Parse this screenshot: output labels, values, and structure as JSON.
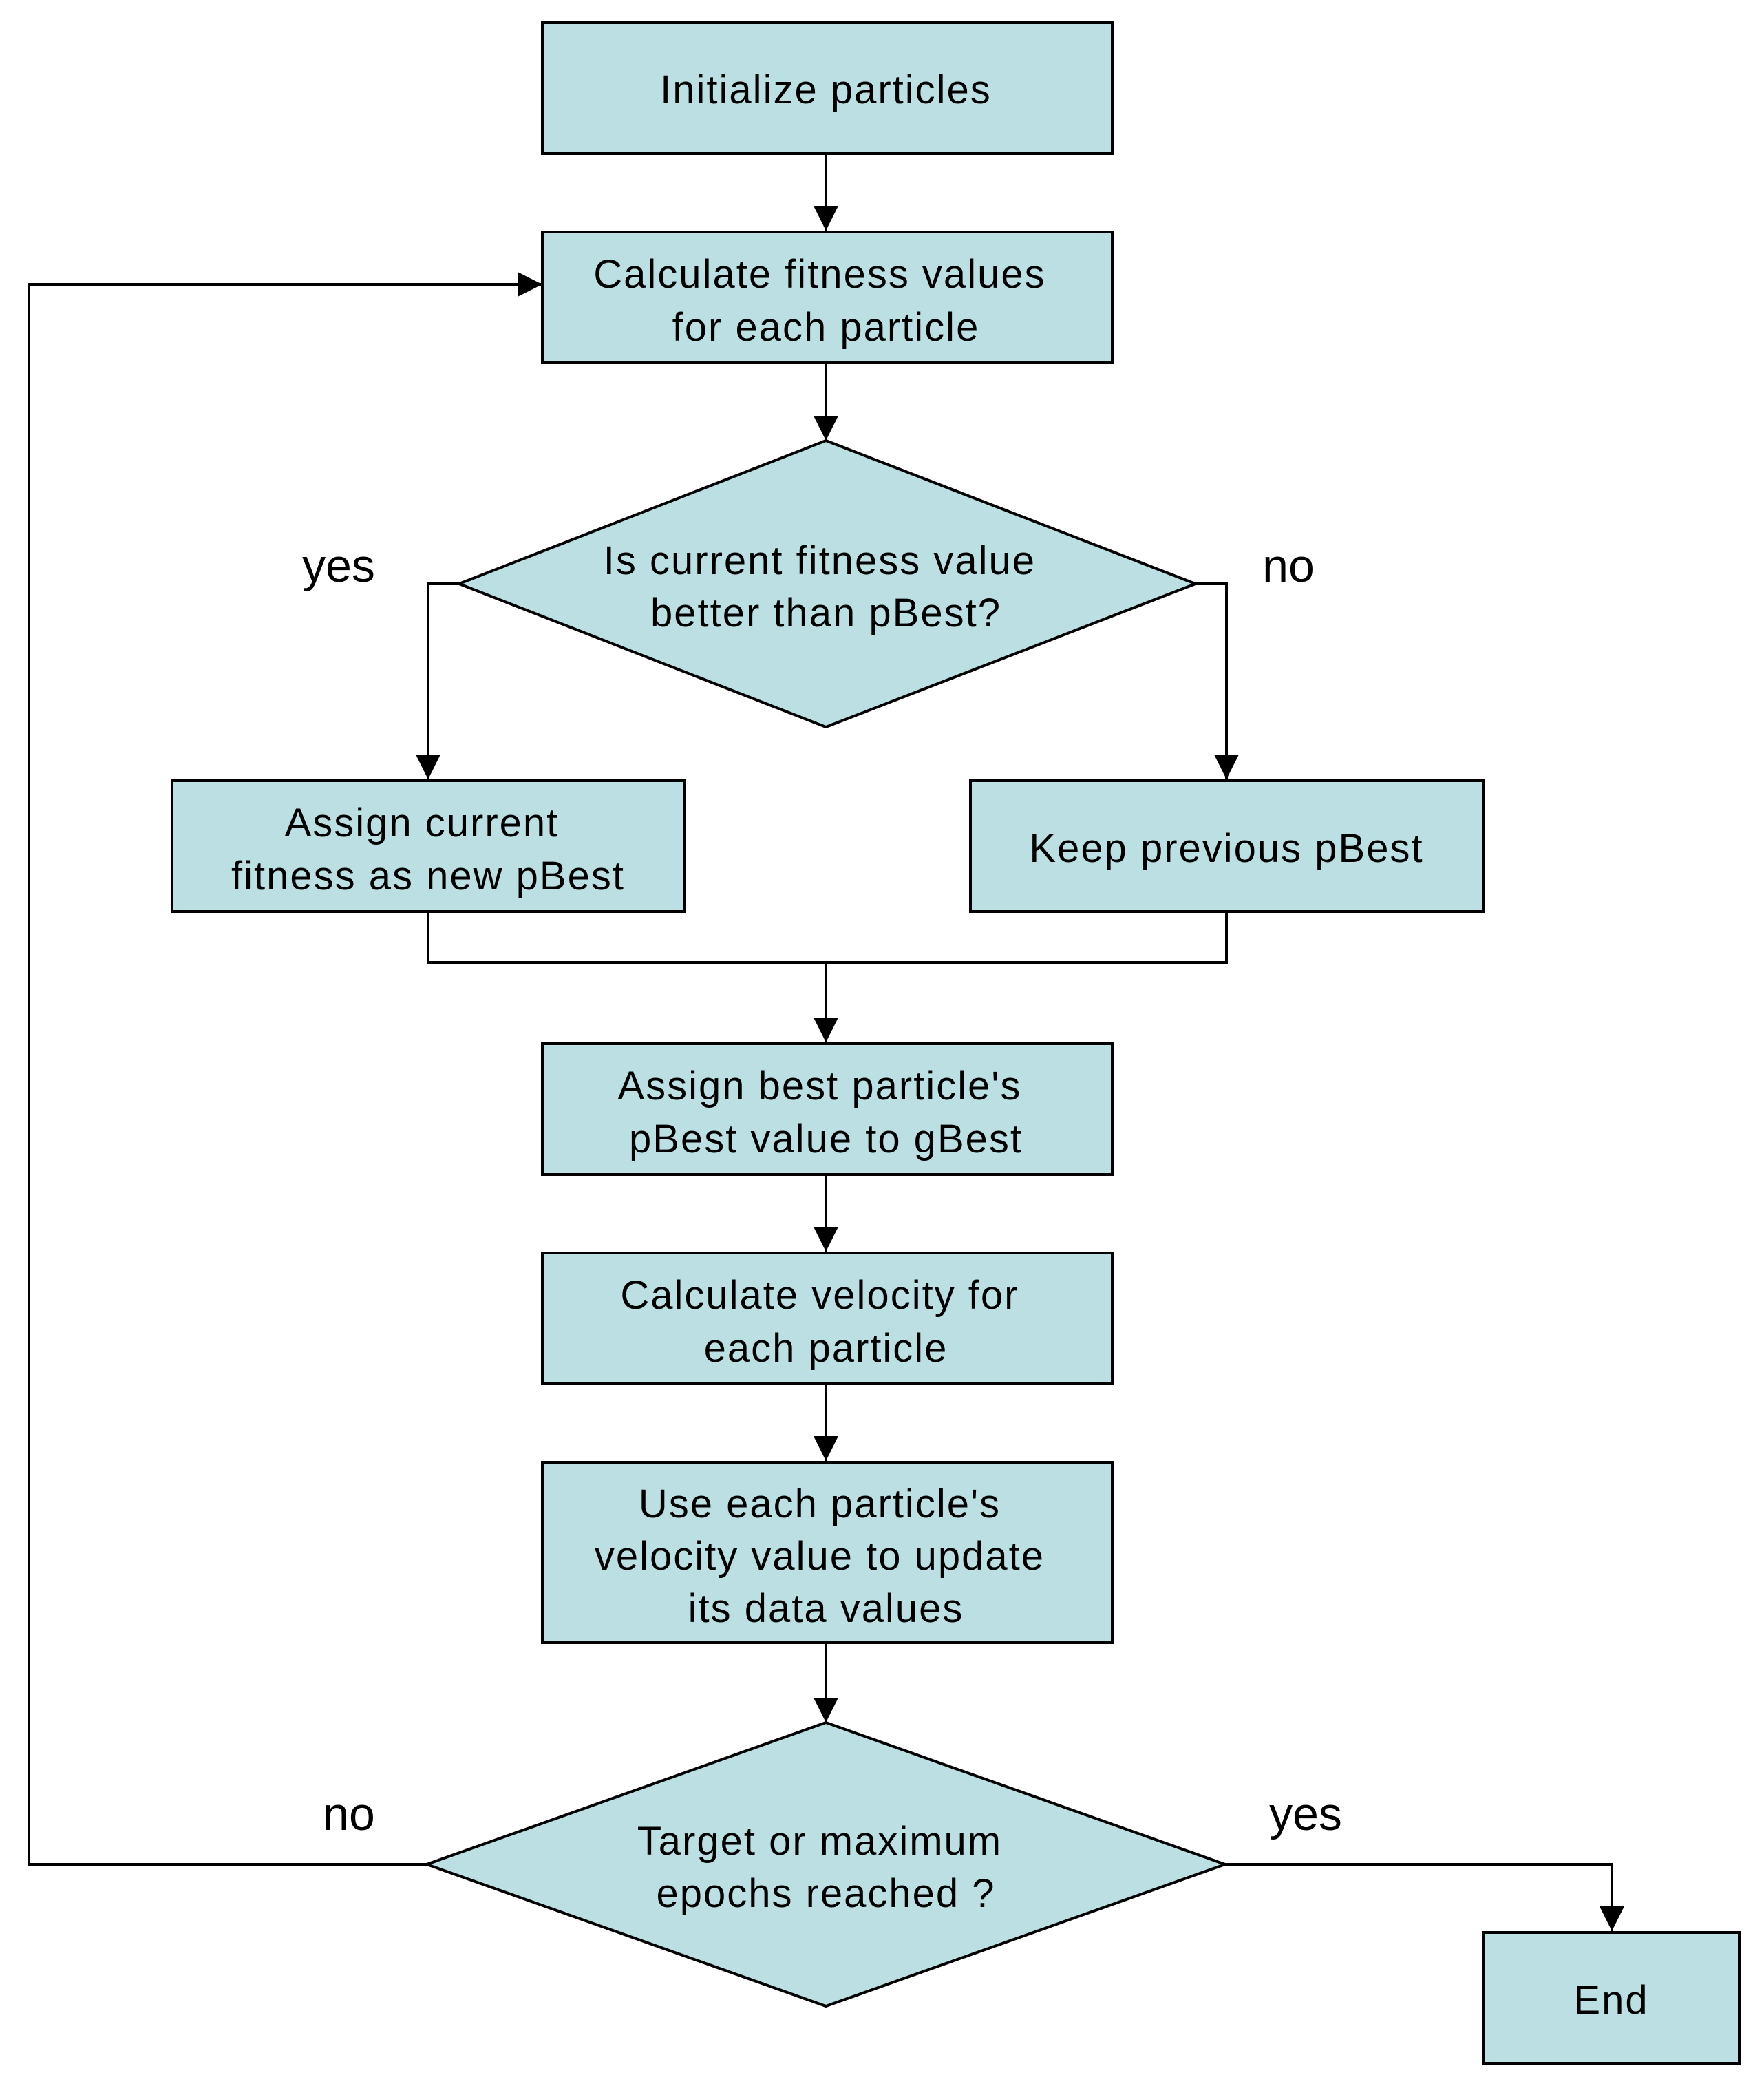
{
  "diagram": {
    "nodes": {
      "init": {
        "lines": [
          "Initialize particles"
        ]
      },
      "fitness": {
        "lines": [
          "Calculate fitness values",
          "for each particle"
        ]
      },
      "decision_pbest": {
        "lines": [
          "Is current fitness value",
          "better than pBest?"
        ]
      },
      "assign_pbest": {
        "lines": [
          "Assign current",
          "fitness as new pBest"
        ]
      },
      "keep_pbest": {
        "lines": [
          "Keep previous pBest"
        ]
      },
      "assign_gbest": {
        "lines": [
          "Assign best particle's",
          "pBest value to gBest"
        ]
      },
      "velocity": {
        "lines": [
          "Calculate velocity for",
          "each particle"
        ]
      },
      "update": {
        "lines": [
          "Use each particle's",
          "velocity value to update",
          "its data values"
        ]
      },
      "decision_end": {
        "lines": [
          "Target or maximum",
          "epochs reached ?"
        ]
      },
      "end": {
        "lines": [
          "End"
        ]
      }
    },
    "edge_labels": {
      "pbest_yes": "yes",
      "pbest_no": "no",
      "end_no": "no",
      "end_yes": "yes"
    }
  },
  "colors": {
    "node_fill": "#bbdfe2",
    "stroke": "#000000",
    "background": "#ffffff"
  }
}
